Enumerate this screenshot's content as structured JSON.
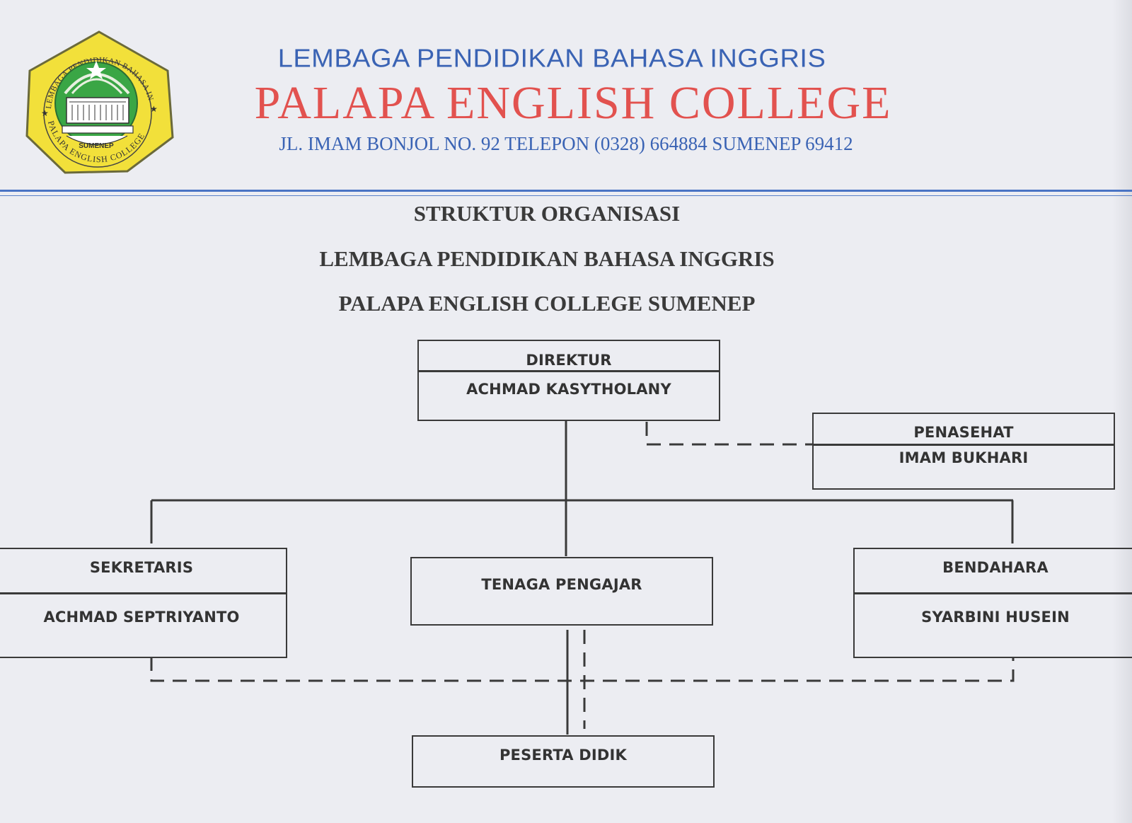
{
  "header": {
    "line1": "LEMBAGA PENDIDIKAN BAHASA INGGRIS",
    "line2": "PALAPA ENGLISH COLLEGE",
    "line3": "JL. IMAM BONJOL NO. 92 TELEPON (0328) 664884 SUMENEP 69412",
    "logo": {
      "top_text": "LEMBAGA PENDIDIKAN BAHASA INGGRIS",
      "bottom_text": "PALAPA ENGLISH COLLEGE",
      "banner": "SUMENEP"
    }
  },
  "title": {
    "line1": "STRUKTUR ORGANISASI",
    "line2": "LEMBAGA PENDIDIKAN BAHASA INGGRIS",
    "line3": "PALAPA ENGLISH COLLEGE SUMENEP"
  },
  "org": {
    "direktur": {
      "role": "DIREKTUR",
      "name": "ACHMAD KASYTHOLANY"
    },
    "penasehat": {
      "role": "PENASEHAT",
      "name": "IMAM BUKHARI"
    },
    "sekretaris": {
      "role": "SEKRETARIS",
      "name": "ACHMAD SEPTRIYANTO"
    },
    "bendahara": {
      "role": "BENDAHARA",
      "name": "SYARBINI HUSEIN"
    },
    "tenaga_pengajar": {
      "role": "TENAGA PENGAJAR"
    },
    "peserta_didik": {
      "role": "PESERTA DIDIK"
    }
  },
  "colors": {
    "header_blue": "#3a63b4",
    "header_red": "#e2524f",
    "logo_yellow": "#f2e03a",
    "logo_green": "#3aa645",
    "ink": "#3a3a3a"
  }
}
